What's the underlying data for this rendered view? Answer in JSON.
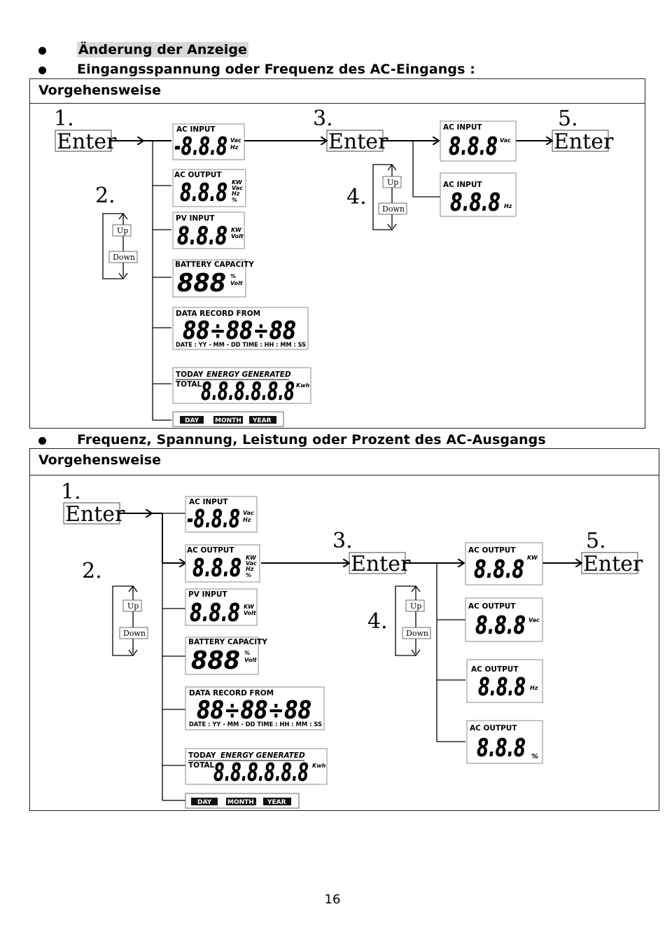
{
  "bullets": {
    "b1": "Änderung der Anzeige",
    "b2": "Eingangsspannung oder Frequenz des AC-Eingangs :",
    "b3": "Frequenz, Spannung, Leistung oder Prozent des AC-Ausgangs"
  },
  "panel1": {
    "heading": "Vorgehensweise",
    "step1": "1.",
    "step2": "2.",
    "step3": "3.",
    "step4": "4.",
    "step5": "5.",
    "enter1": "Enter",
    "enter2": "Enter",
    "enter3": "Enter",
    "up": "Up",
    "down": "Down",
    "lcd_ac_input": {
      "label": "AC INPUT",
      "digits": "-8.8.8",
      "unit1": "Vac",
      "unit2": "Hz"
    },
    "lcd_ac_output": {
      "label": "AC OUTPUT",
      "digits": "8.8.8",
      "unit1": "KW",
      "unit2": "Vac",
      "unit3": "Hz",
      "unit4": "%"
    },
    "lcd_pv_input": {
      "label": "PV INPUT",
      "digits": "8.8.8",
      "unit1": "KW",
      "unit2": "Volt"
    },
    "lcd_battery": {
      "label": "BATTERY  CAPACITY",
      "digits": "888",
      "unit1": "%",
      "unit2": "Volt"
    },
    "lcd_record": {
      "label": "DATA RECORD FROM",
      "digits": "88÷88÷88",
      "sub": "DATE : YY - MM - DD  TIME : HH : MM : SS"
    },
    "lcd_energy": {
      "label1": "TODAY",
      "label2": "ENERGY GENERATED",
      "label3": "TOTAL",
      "digits": "8.8.8.8.8.8",
      "unit": "Kwh"
    },
    "period": {
      "day": "DAY",
      "month": "MONTH",
      "year": "YEAR"
    },
    "right_vac": {
      "label": "AC INPUT",
      "digits": "8.8.8",
      "unit": "Vac"
    },
    "right_hz": {
      "label": "AC INPUT",
      "digits": "8.8.8",
      "unit": "Hz"
    }
  },
  "panel2": {
    "heading": "Vorgehensweise",
    "step1": "1.",
    "step2": "2.",
    "step3": "3.",
    "step4": "4.",
    "step5": "5.",
    "enter1": "Enter",
    "enter2": "Enter",
    "enter3": "Enter",
    "up": "Up",
    "down": "Down",
    "lcd_ac_input": {
      "label": "AC INPUT",
      "digits": "-8.8.8",
      "unit1": "Vac",
      "unit2": "Hz"
    },
    "lcd_ac_output": {
      "label": "AC OUTPUT",
      "digits": "8.8.8",
      "unit1": "KW",
      "unit2": "Vac",
      "unit3": "Hz",
      "unit4": "%"
    },
    "lcd_pv_input": {
      "label": "PV INPUT",
      "digits": "8.8.8",
      "unit1": "KW",
      "unit2": "Volt"
    },
    "lcd_battery": {
      "label": "BATTERY  CAPACITY",
      "digits": "888",
      "unit1": "%",
      "unit2": "Volt"
    },
    "lcd_record": {
      "label": "DATA RECORD FROM",
      "digits": "88÷88÷88",
      "sub": "DATE : YY - MM - DD  TIME : HH : MM : SS"
    },
    "lcd_energy": {
      "label1": "TODAY",
      "label2": "ENERGY GENERATED",
      "label3": "TOTAL",
      "digits": "8.8.8.8.8.8",
      "unit": "Kwh"
    },
    "period": {
      "day": "DAY",
      "month": "MONTH",
      "year": "YEAR"
    },
    "right_kw": {
      "label": "AC OUTPUT",
      "digits": "8.8.8",
      "unit": "KW"
    },
    "right_vac": {
      "label": "AC OUTPUT",
      "digits": "8.8.8",
      "unit": "Vac"
    },
    "right_hz": {
      "label": "AC OUTPUT",
      "digits": "8.8.8",
      "unit": "Hz"
    },
    "right_pct": {
      "label": "AC OUTPUT",
      "digits": "8.8.8",
      "unit": "%"
    }
  },
  "page_number": "16"
}
